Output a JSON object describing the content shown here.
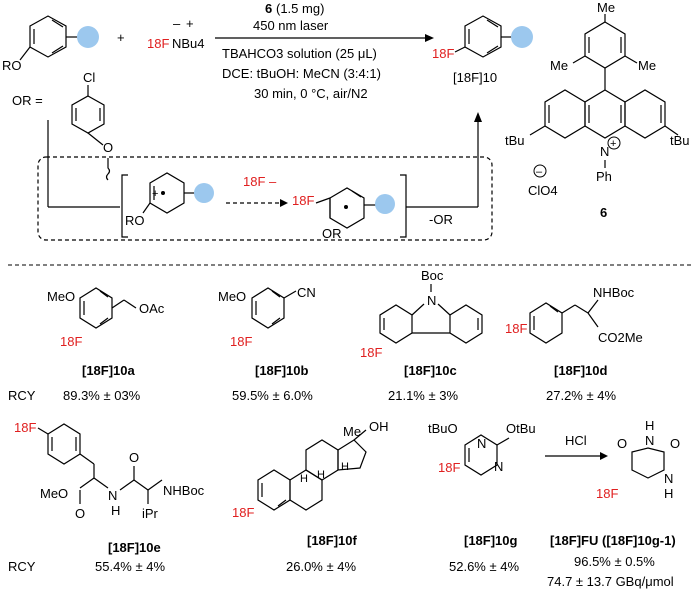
{
  "colors": {
    "accent_red": "#e02020",
    "sphere": "#9cc8ee",
    "text": "#000000"
  },
  "reaction": {
    "substrate_label": "RO",
    "plus": "+",
    "reagent_F": "18F",
    "reagent_minus": "–",
    "reagent_plus": "+",
    "reagent_cation": "NBu4",
    "cond_catalyst": "6",
    "cond_catalyst_amount": "(1.5 mg)",
    "cond_light": "450 nm laser",
    "cond_base": "TBAHCO3 solution (25 μL)",
    "cond_solvent": "DCE: tBuOH: MeCN (3:4:1)",
    "cond_time": "30 min, 0 °C, air/N2",
    "product_label": "[18F]10",
    "product_F": "18F",
    "or_def": "OR =",
    "or_cl": "Cl",
    "or_o": "O",
    "mech_18F": "18F –",
    "mech_ro": "RO",
    "mech_F": "18F",
    "mech_or": "OR",
    "mech_leaving": "-OR"
  },
  "catalyst": {
    "me1": "Me",
    "me2": "Me",
    "me3": "Me",
    "tbu_left": "tBu",
    "tbu_right": "tBu",
    "n": "N",
    "n_charge": "+",
    "ph": "Ph",
    "counterion": "ClO4",
    "counterion_charge": "–",
    "label": "6"
  },
  "scope": {
    "rcy_label": "RCY",
    "items": [
      {
        "name": "[18F]10a",
        "value": "89.3% ± 03%",
        "groups": [
          "MeO",
          "OAc",
          "18F"
        ]
      },
      {
        "name": "[18F]10b",
        "value": "59.5% ± 6.0%",
        "groups": [
          "MeO",
          "CN",
          "18F"
        ]
      },
      {
        "name": "[18F]10c",
        "value": "21.1% ± 3%",
        "groups": [
          "Boc",
          "N",
          "18F"
        ]
      },
      {
        "name": "[18F]10d",
        "value": "27.2% ± 4%",
        "groups": [
          "NHBoc",
          "CO2Me",
          "18F"
        ]
      },
      {
        "name": "[18F]10e",
        "value": "55.4% ± 4%",
        "groups": [
          "18F",
          "MeO",
          "O",
          "N",
          "H",
          "O",
          "NHBoc",
          "iPr"
        ]
      },
      {
        "name": "[18F]10f",
        "value": "26.0% ± 4%",
        "groups": [
          "Me",
          "OH",
          "H",
          "H",
          "H",
          "18F"
        ]
      },
      {
        "name": "[18F]10g",
        "value": "52.6% ± 4%",
        "groups": [
          "tBuO",
          "N",
          "OtBu",
          "N",
          "18F"
        ]
      },
      {
        "name": "[18F]FU ([18F]10g-1)",
        "value": "96.5% ± 0.5%",
        "value2": "74.7 ± 13.7 GBq/μmol",
        "groups": [
          "H",
          "O",
          "N",
          "O",
          "N",
          "H",
          "18F"
        ],
        "reagent": "HCl"
      }
    ]
  }
}
